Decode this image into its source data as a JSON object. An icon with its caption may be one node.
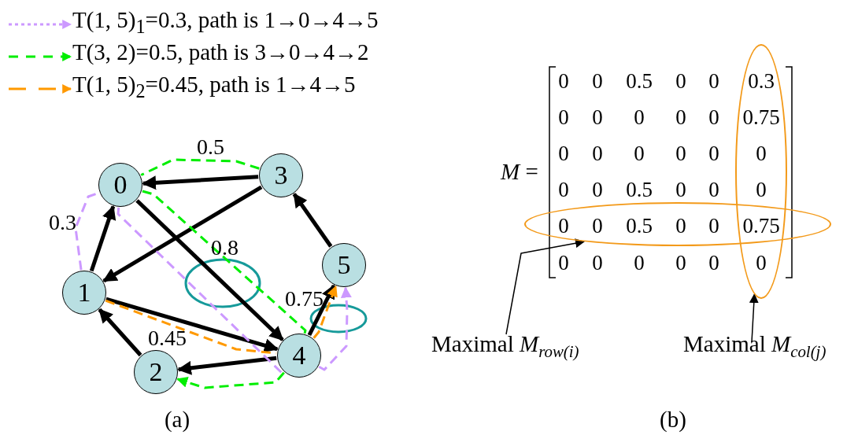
{
  "diagram": {
    "nodes": [
      {
        "text": [
          "0"
        ]
      },
      {
        "text": [
          "1"
        ]
      },
      {
        "text": [
          "2"
        ]
      },
      {
        "text": [
          "3"
        ]
      },
      {
        "text": [
          "4"
        ]
      },
      {
        "text": [
          "5"
        ]
      },
      {
        "text": [],
        "shape": "ellipse"
      },
      {
        "text": [],
        "shape": "ellipse"
      },
      {
        "text": [
          "Maximal *M*$_{row(i)}$"
        ]
      },
      {
        "text": [
          "Maximal *M*$_{col(j)}$"
        ]
      }
    ],
    "edges": [
      {
        "from": 3,
        "to": 0,
        "arrow": "to"
      },
      {
        "from": 3,
        "to": 1,
        "arrow": "to"
      },
      {
        "from": 1,
        "to": 0,
        "arrow": "to"
      },
      {
        "from": 0,
        "to": 4,
        "arrow": "to",
        "label": "0.8"
      },
      {
        "from": 1,
        "to": 4,
        "arrow": "to",
        "label": "0.45"
      },
      {
        "from": 2,
        "to": 1,
        "arrow": "to"
      },
      {
        "from": 4,
        "to": 2,
        "arrow": "to"
      },
      {
        "from": 4,
        "to": 5,
        "arrow": "to",
        "label": "0.75"
      },
      {
        "from": 5,
        "to": 3,
        "arrow": "to"
      },
      {
        "from": 1,
        "to": 0,
        "arrow": "none",
        "label": "0.3",
        "style": "dashed",
        "color": "#cc99ff"
      },
      {
        "from": 0,
        "to": 4,
        "arrow": "none",
        "style": "dashed",
        "color": "#cc99ff"
      },
      {
        "from": 4,
        "to": 5,
        "arrow": "to",
        "style": "dashed",
        "color": "#cc99ff"
      },
      {
        "from": 3,
        "to": 0,
        "arrow": "none",
        "label": "0.5",
        "style": "dashed",
        "color": "#00ee00"
      },
      {
        "from": 0,
        "to": 4,
        "arrow": "none",
        "style": "dashed",
        "color": "#00ee00"
      },
      {
        "from": 4,
        "to": 2,
        "arrow": "to",
        "style": "dashed",
        "color": "#00ee00"
      },
      {
        "from": 1,
        "to": 4,
        "arrow": "none",
        "style": "dashed",
        "color": "#ff9900"
      },
      {
        "from": 4,
        "to": 5,
        "arrow": "to",
        "style": "dashed",
        "color": "#ff9900"
      },
      {
        "from": 8,
        "to": 6,
        "arrow": "to"
      },
      {
        "from": 9,
        "to": 7,
        "arrow": "to"
      }
    ],
    "labels": [
      "*M* =",
      "0",
      "0",
      "0.5",
      "0",
      "0",
      "0.3",
      "0",
      "0",
      "0",
      "0",
      "0",
      "0.75",
      "0",
      "0",
      "0",
      "0",
      "0",
      "0",
      "0",
      "0",
      "0.5",
      "0",
      "0",
      "0",
      "0",
      "0",
      "0.5",
      "0",
      "0",
      "0.75",
      "0",
      "0",
      "0",
      "0",
      "0",
      "0",
      "(a)",
      "(b)"
    ],
    "legend": [
      {
        "text": "T(1, 5)$_{1}$=0.3, path is 1→0→4→5"
      },
      {
        "text": "T(3, 2)=0.5, path is 3→0→4→2"
      },
      {
        "text": "T(1, 5)$_{2}$=0.45, path is 1→4→5"
      }
    ]
  }
}
